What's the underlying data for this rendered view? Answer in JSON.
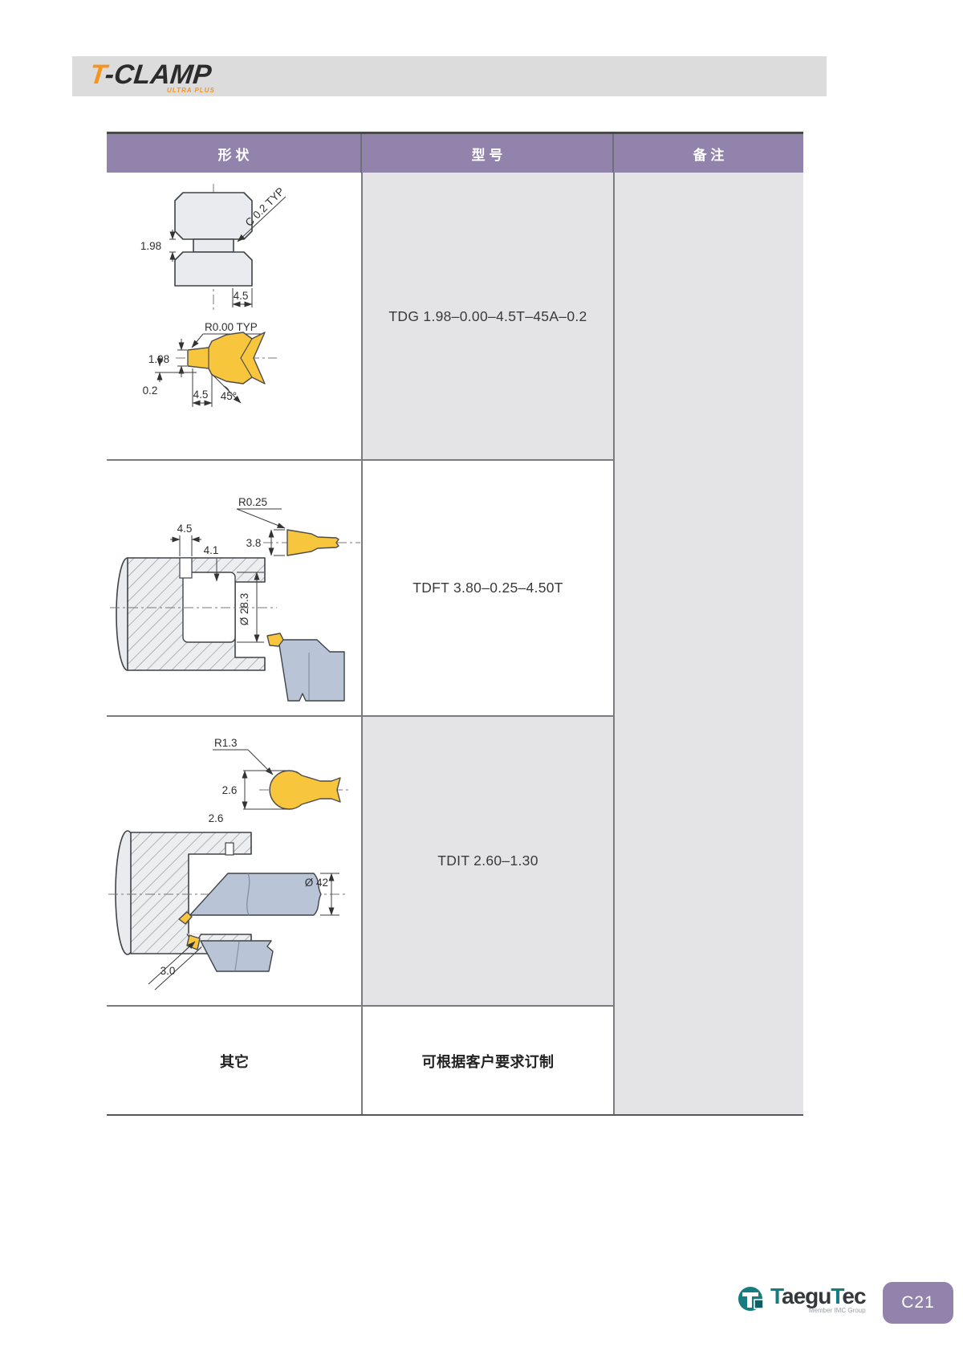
{
  "header": {
    "logo_t": "T",
    "logo_rest": "-CLAMP",
    "logo_sub": "ULTRA PLUS"
  },
  "table": {
    "columns": [
      "形 状",
      "型 号",
      "备 注"
    ],
    "rows": [
      {
        "model": "TDG 1.98–0.00–4.5T–45A–0.2"
      },
      {
        "model": "TDFT 3.80–0.25–4.50T"
      },
      {
        "model": "TDIT 2.60–1.30"
      },
      {
        "shape": "其它",
        "model": "可根据客户要求订制"
      }
    ]
  },
  "drawings": {
    "tdg_top": {
      "dim_height": "1.98",
      "chamfer": "C 0.2 TYP",
      "dim_width": "4.5"
    },
    "tdg_insert": {
      "radius": "R0.00 TYP",
      "dim_height": "1.98",
      "dim_land": "0.2",
      "dim_width": "4.5",
      "angle": "45°"
    },
    "tdft": {
      "radius": "R0.25",
      "dim_groove_width": "4.5",
      "dim_depth": "4.1",
      "dim_insert_width": "3.8",
      "dim_diameter": "Ø 28.3"
    },
    "tdit": {
      "radius": "R1.3",
      "dim_insert_width": "2.6",
      "dim_groove_width": "2.6",
      "dim_bar_diameter": "Ø 42",
      "dim_depth": "3.0"
    }
  },
  "footer": {
    "brand_parts": [
      "T",
      "aegu",
      "T",
      "ec"
    ],
    "brand_tagline": "Member IMC Group",
    "page_badge": "C21"
  },
  "colors": {
    "accent_purple": "#9283ad",
    "accent_orange": "#f7941e",
    "brand_teal": "#157d80",
    "cell_gray": "#e4e4e6",
    "insert_yellow": "#f8c63c",
    "holder_blue": "#b9c4d6"
  }
}
